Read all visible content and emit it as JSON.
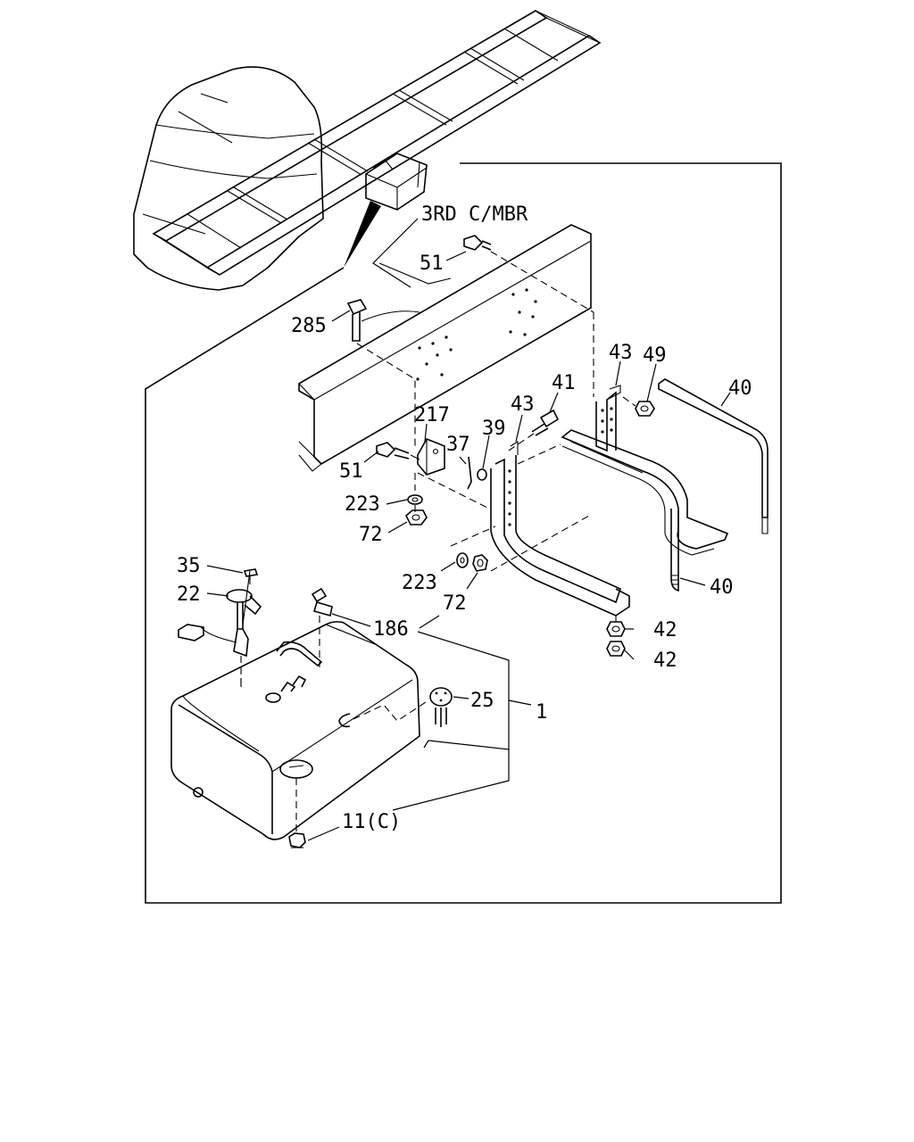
{
  "figure": {
    "section_label": "3RD C/MBR",
    "callouts": {
      "c51_top": "51",
      "c285": "285",
      "c43_right": "43",
      "c49": "49",
      "c40_top": "40",
      "c43_mid": "43",
      "c41": "41",
      "c217": "217",
      "c37": "37",
      "c39": "39",
      "c51_mid": "51",
      "c223_top": "223",
      "c72_top": "72",
      "c35": "35",
      "c22": "22",
      "c223_bot": "223",
      "c72_bot": "72",
      "c40_bot": "40",
      "c186": "186",
      "c42_a": "42",
      "c42_b": "42",
      "c25": "25",
      "c1": "1",
      "c11c": "11(C)"
    }
  }
}
